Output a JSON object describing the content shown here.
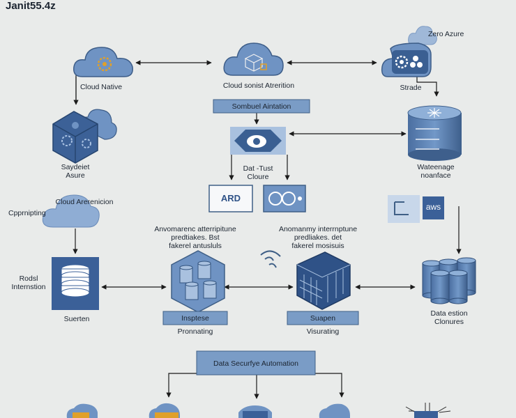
{
  "title": "Janit55.4z",
  "nodes": {
    "cloud_native": "Cloud Native",
    "cloud_service": "Cloud sonist Atrerition",
    "zero_azure": "Zero Azure",
    "strade": "Strade",
    "sombuel_box": "Sombuel Aintation",
    "dat_trust": "Dat -Tust\nCloure",
    "watenage": "Wateenage\nnoanface",
    "sayderet_azure": "Saydeiet\nAsure",
    "cloud_arerenicion": "Cloud Arerenicion",
    "cpprnipting": "Cpprnipting",
    "arb_label": "ARD",
    "aws_label": "aws",
    "anvomarenc": "Anvomarenc atterripitune\npredtiakes. Bst\nfakerel antusluls",
    "anomanmy": "Anomanmy interrnptune\npredliakes. det\nfakerel mosisuis",
    "rodsl": "Rodsl\nInternstion",
    "surten": "Suerten",
    "insptese_box": "Insptese",
    "pronnating": "Pronnating",
    "suapen_box": "Suapen",
    "visuranting": "Visurating",
    "data_estion": "Data estion\nClonures",
    "automation_box": "Data Securfye Automation"
  }
}
